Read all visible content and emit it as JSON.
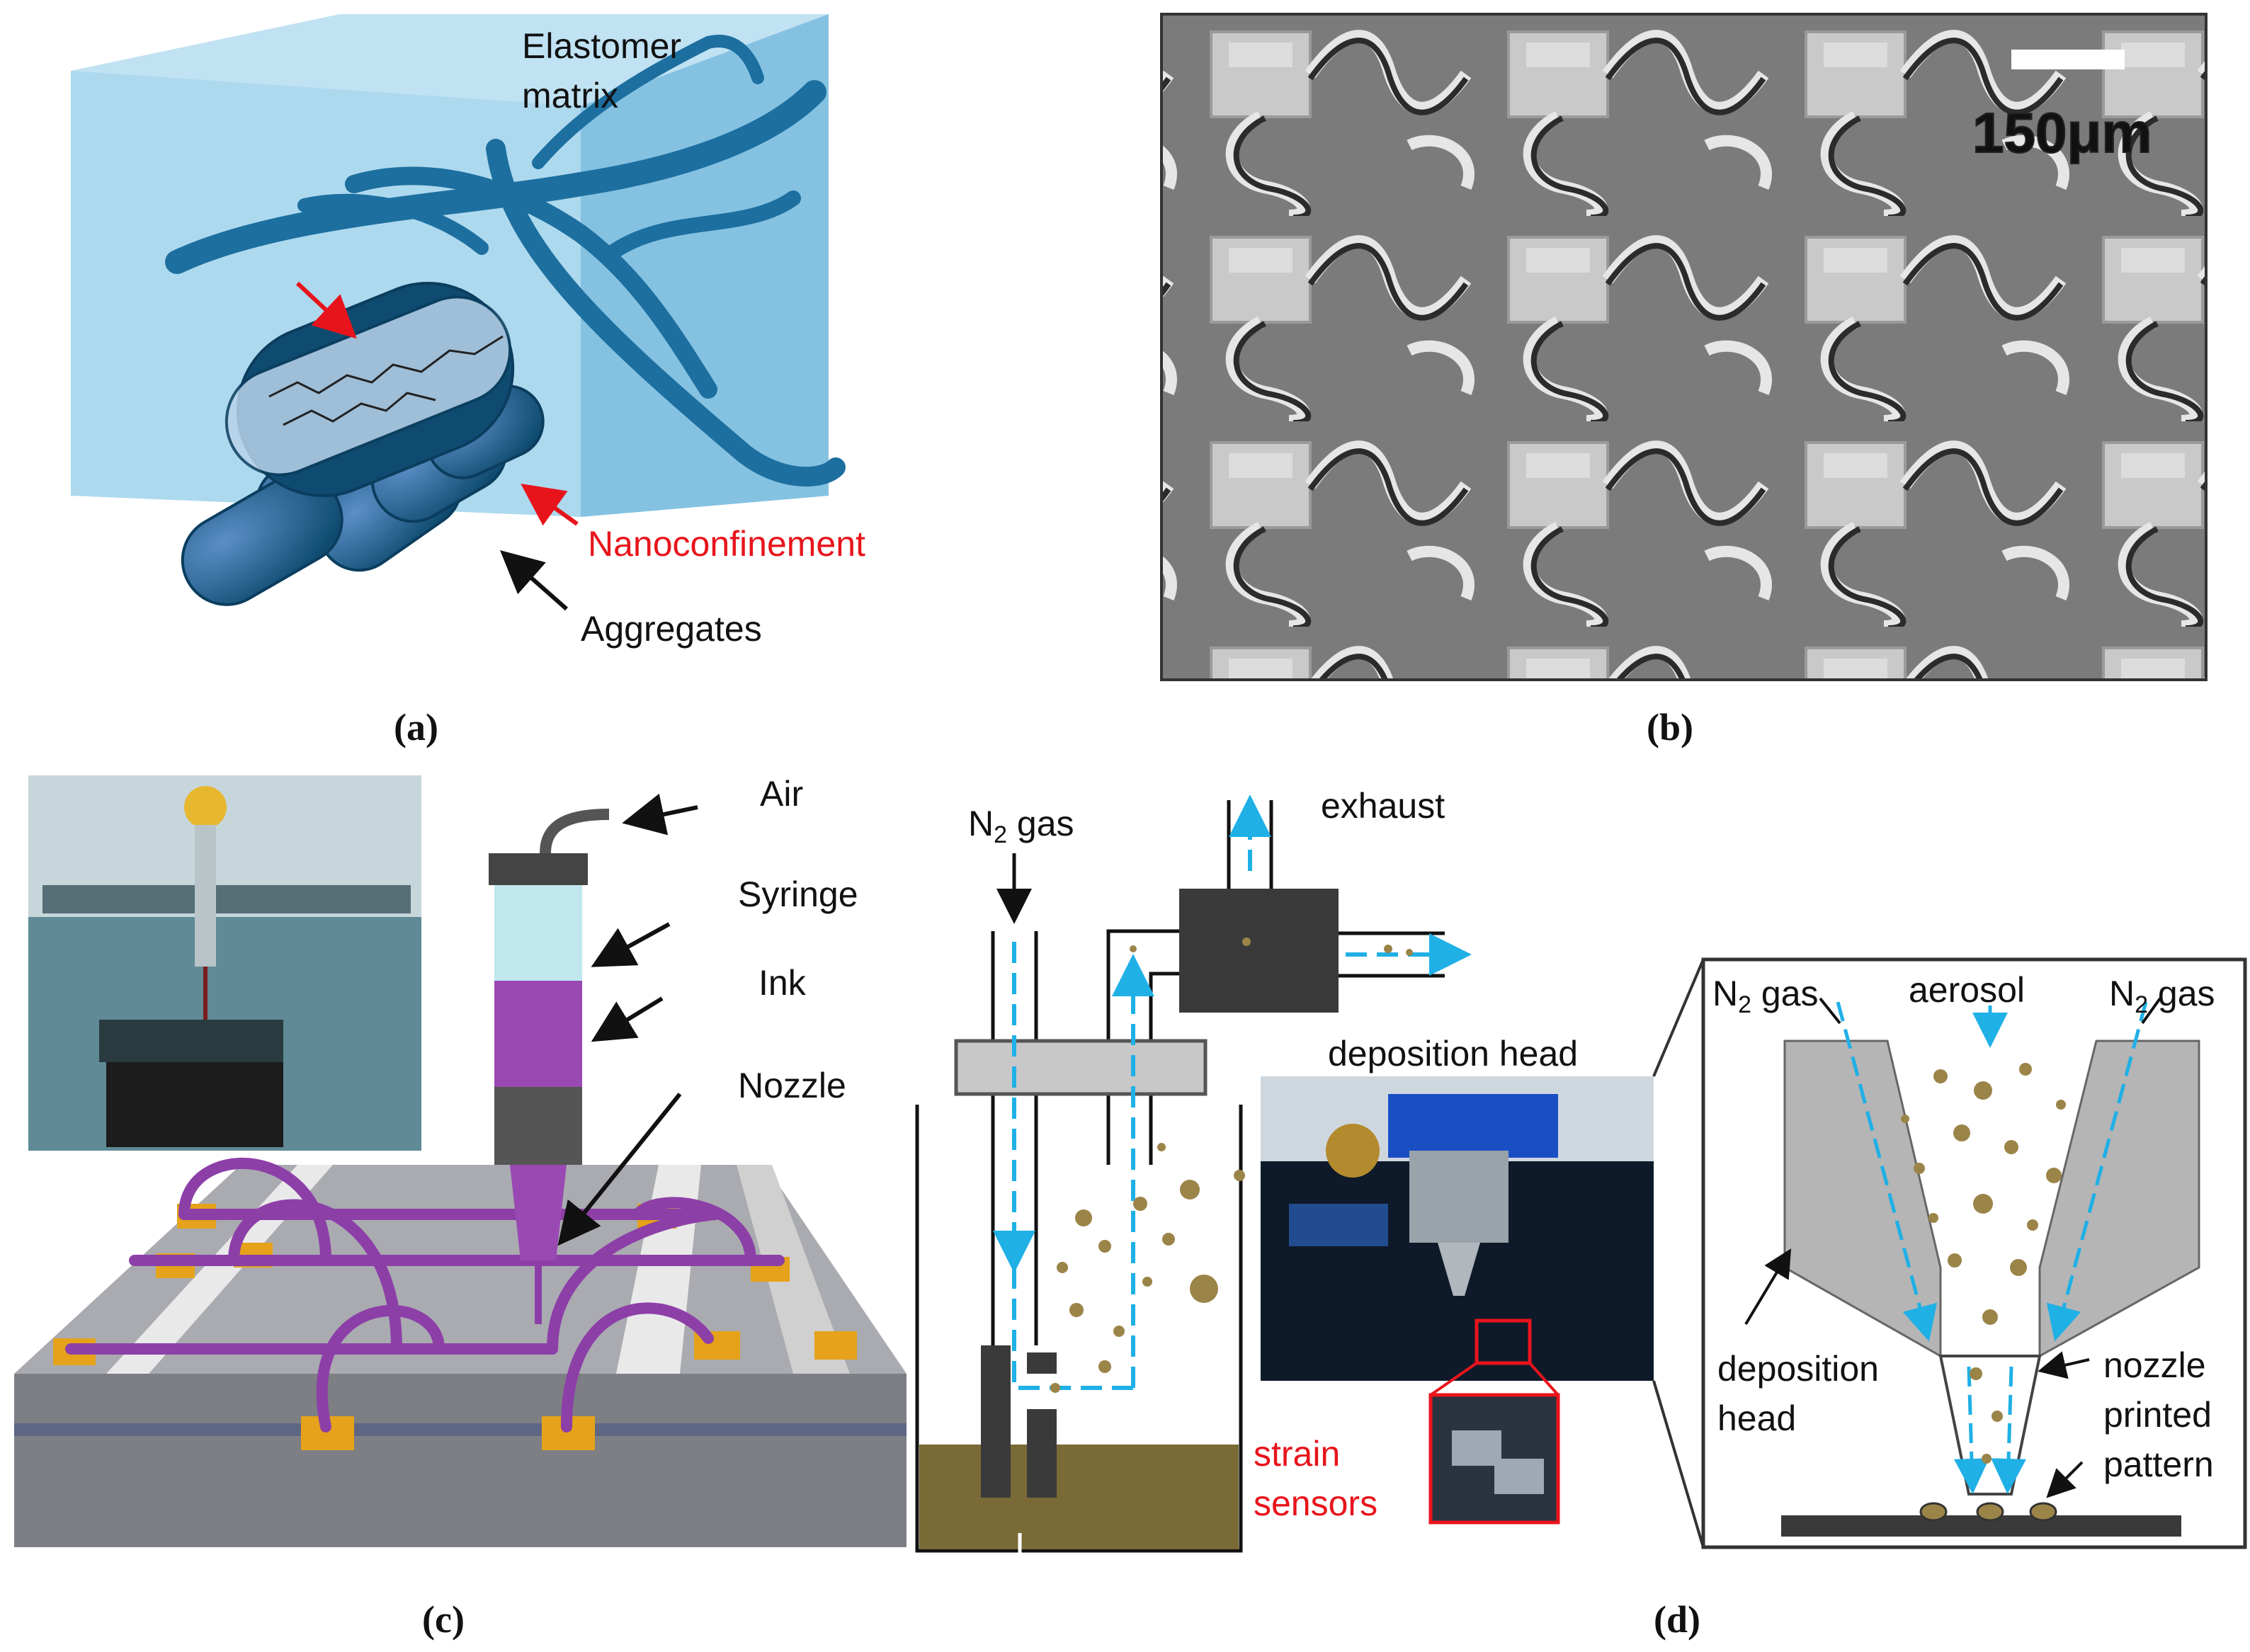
{
  "panel_a": {
    "caption": "(a)",
    "labels": {
      "matrix": [
        "Elastomer",
        "matrix"
      ],
      "nanoconfinement": "Nanoconfinement",
      "aggregates": "Aggregates"
    },
    "colors": {
      "matrix": "#8ecbe8",
      "fiber": "#1d6f9f",
      "arrow_red": "#e8141c"
    }
  },
  "panel_b": {
    "caption": "(b)",
    "scale_bar": "150μm"
  },
  "panel_c": {
    "caption": "(c)",
    "labels": {
      "air": "Air",
      "syringe": "Syringe",
      "ink": "Ink",
      "nozzle": "Nozzle"
    },
    "colors": {
      "wire": "#8d3fa8",
      "pad": "#e5a21a",
      "base": "#8e9096"
    }
  },
  "panel_d": {
    "caption": "(d)",
    "left": {
      "n2_gas": {
        "base": "N",
        "sub": "2",
        "rest": " gas"
      },
      "exhaust": "exhaust"
    },
    "photo": {
      "deposition_head": "deposition head",
      "strain_sensors": [
        "strain",
        "sensors"
      ]
    },
    "detail": {
      "n2_left": {
        "base": "N",
        "sub": "2",
        "rest": " gas"
      },
      "aerosol": "aerosol",
      "n2_right": {
        "base": "N",
        "sub": "2",
        "rest": " gas"
      },
      "deposition_head": [
        "deposition",
        "head"
      ],
      "nozzle": "nozzle",
      "printed_pattern": [
        "printed",
        "pattern"
      ]
    },
    "colors": {
      "flow": "#1fb0e6",
      "particle": "#9b8448",
      "liquid": "#7a6a36"
    }
  }
}
